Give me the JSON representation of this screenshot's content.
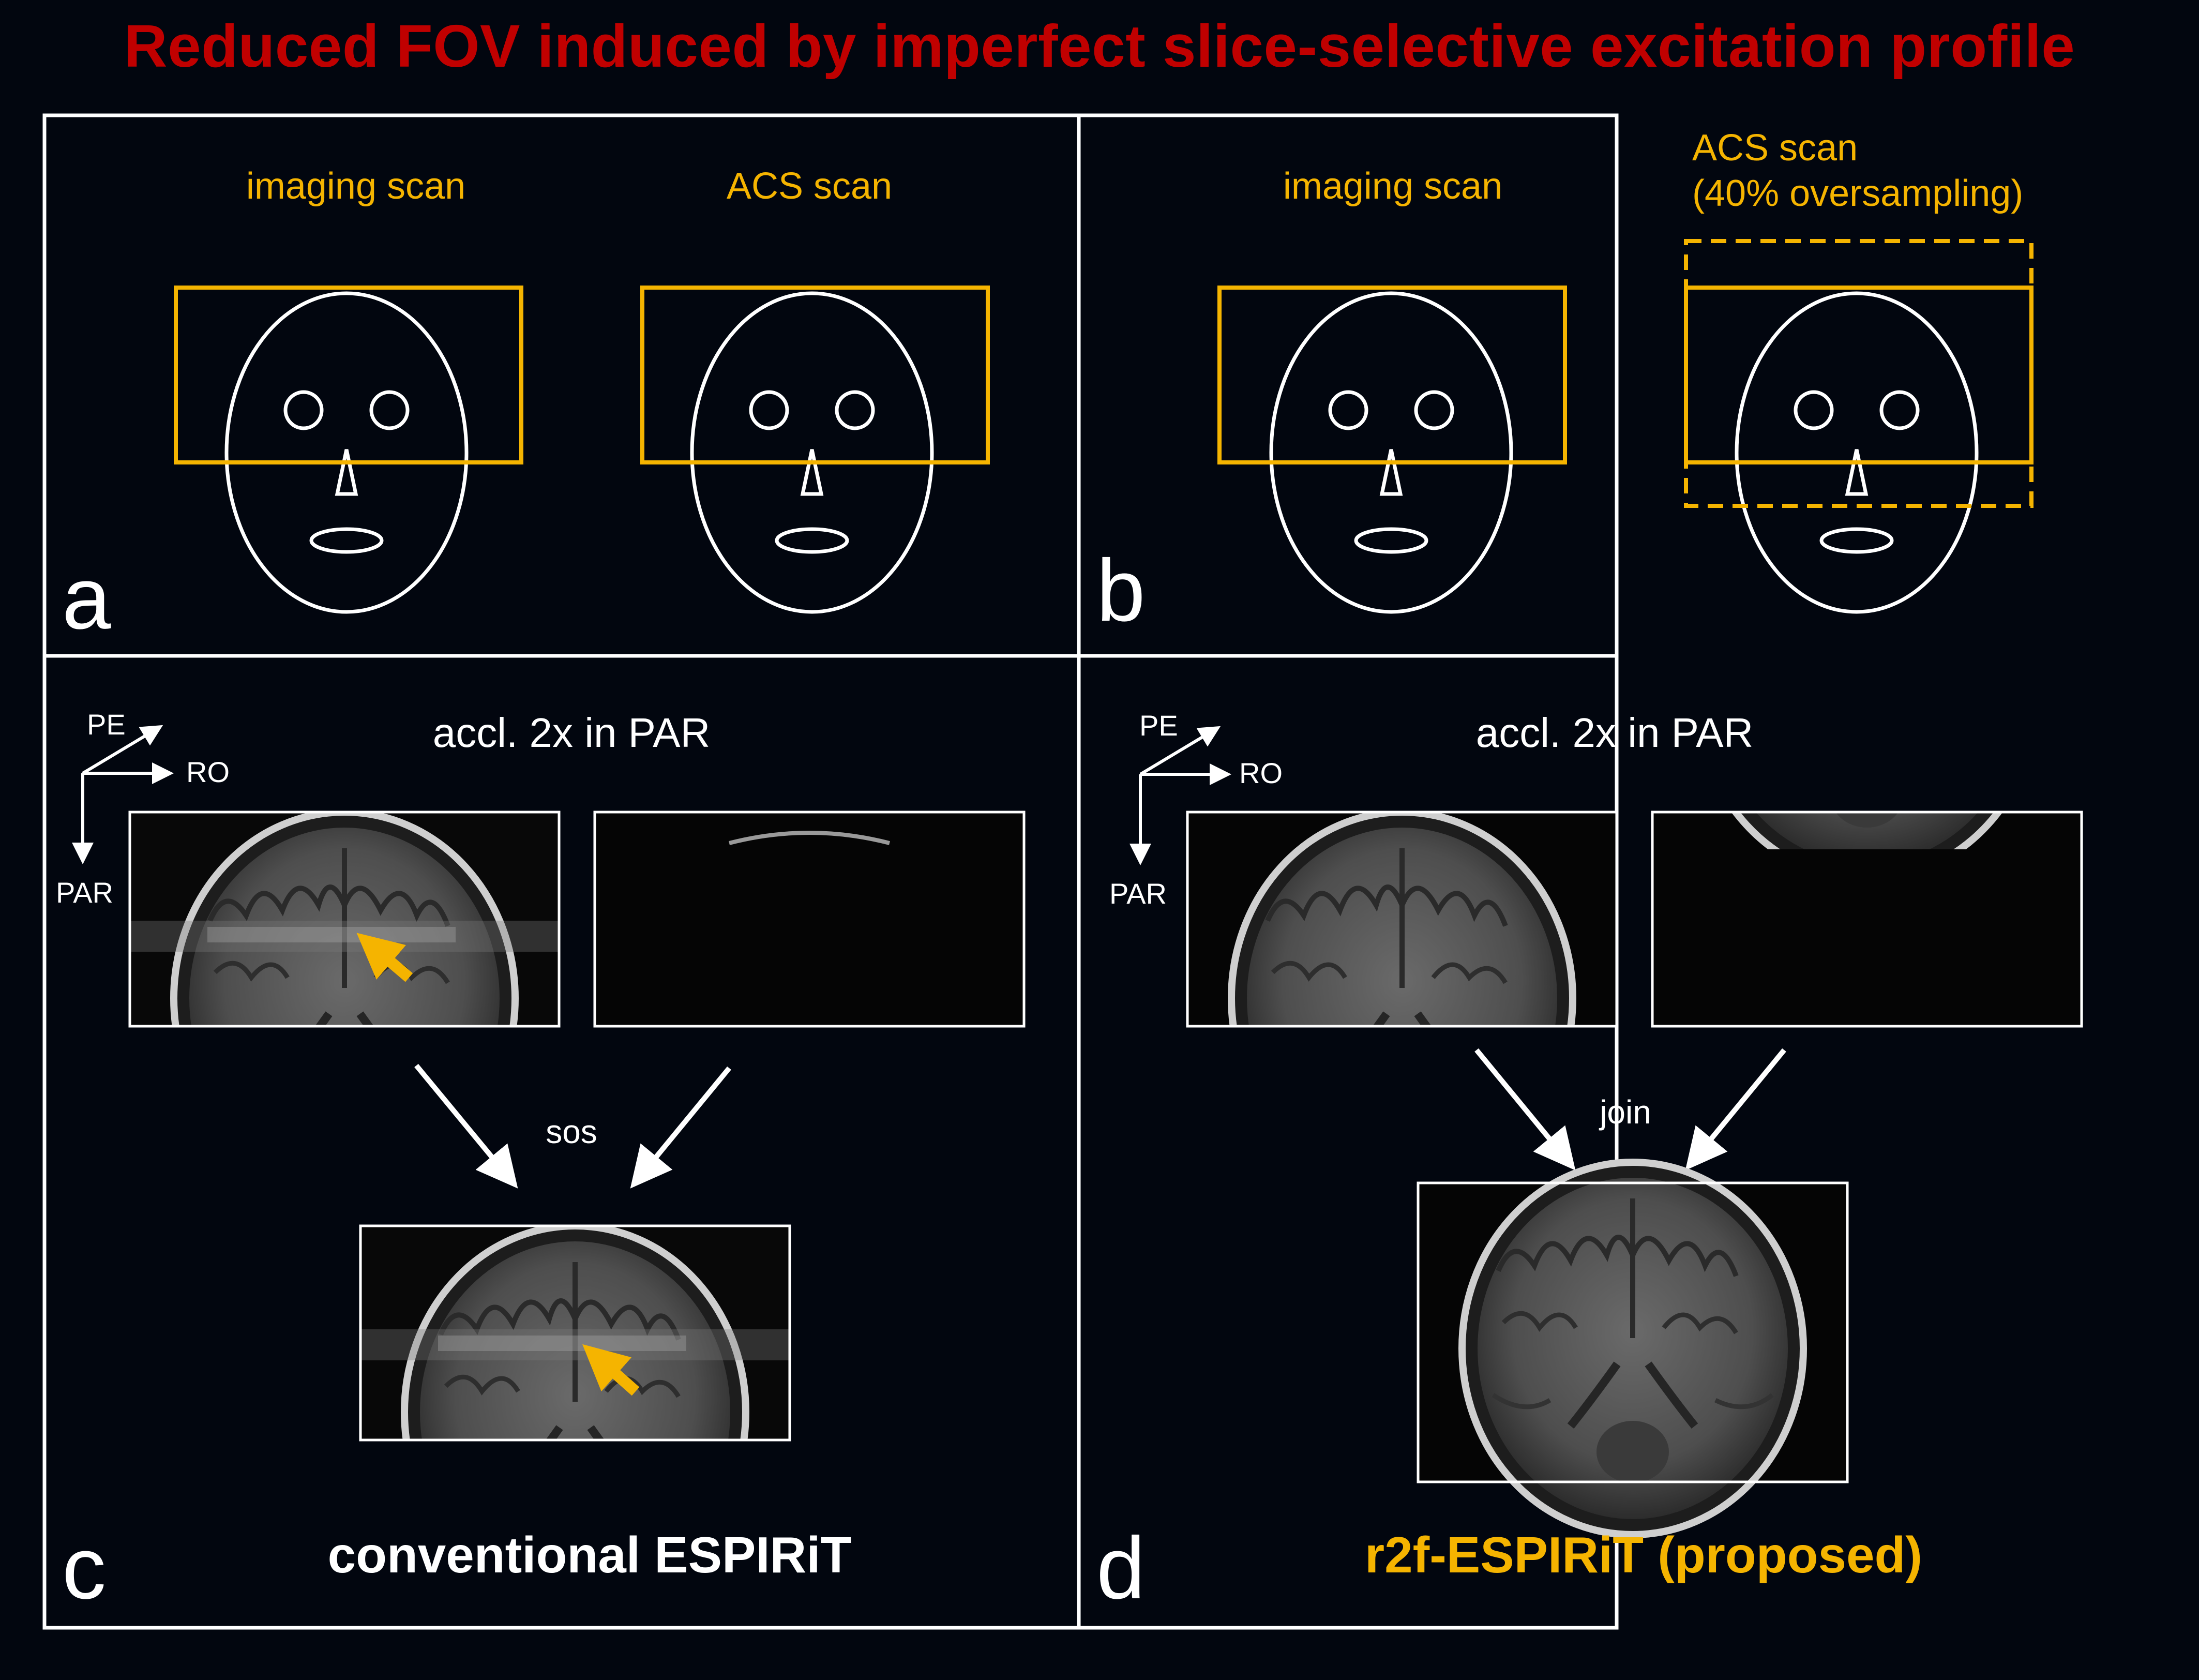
{
  "title": "Reduced FOV induced by imperfect slice-selective excitation profile",
  "panels": {
    "a": {
      "letter": "a",
      "imaging_label": "imaging scan",
      "acs_label": "ACS scan"
    },
    "b": {
      "letter": "b",
      "imaging_label": "imaging scan",
      "acs_label_line1": "ACS scan",
      "acs_label_line2": "(40% oversampling)"
    },
    "c": {
      "letter": "c",
      "axes": {
        "pe": "PE",
        "ro": "RO",
        "par": "PAR"
      },
      "accel_label": "accl. 2x in PAR",
      "combine_label": "sos",
      "method_label": "conventional ESPIRiT"
    },
    "d": {
      "letter": "d",
      "axes": {
        "pe": "PE",
        "ro": "RO",
        "par": "PAR"
      },
      "accel_label": "accl. 2x in PAR",
      "combine_label": "join",
      "method_label": "r2f-ESPIRiT (proposed)"
    }
  },
  "colors": {
    "title": "#c00000",
    "accent": "#f5b400",
    "background": "#02060f",
    "lines": "#ffffff"
  },
  "icons": {
    "face": "schematic-face-icon",
    "brain": "coronal-mri-slice",
    "artifact_arrow": "yellow-arrow-icon"
  }
}
